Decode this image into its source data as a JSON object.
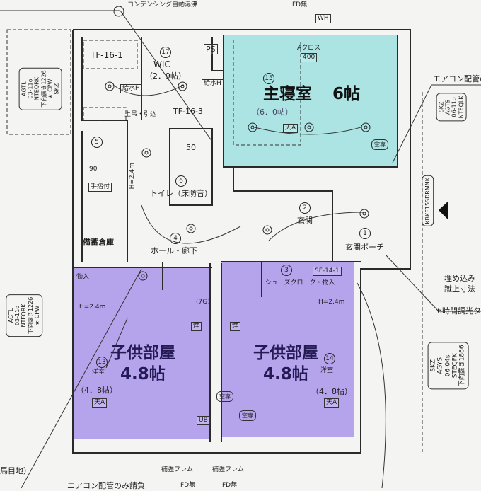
{
  "rooms": {
    "master": {
      "name": "主寝室",
      "size": "6帖",
      "area": "（6．0帖）",
      "number": "15",
      "ceiling": "天A",
      "color": "#9fe0e0"
    },
    "child_left": {
      "name": "子供部屋",
      "size": "4.8帖",
      "type": "洋室",
      "number": "13",
      "area": "（4．8帖）",
      "ceiling": "天A",
      "color": "#a994ea"
    },
    "child_right": {
      "name": "子供部屋",
      "size": "4.8帖",
      "type": "洋室",
      "number": "14",
      "area": "（4．8帖）",
      "ceiling": "天A",
      "color": "#a994ea"
    },
    "wic": {
      "name": "WIC",
      "area": "（2．9帖）",
      "number": "17"
    },
    "stair": {
      "number": "5",
      "width": "90",
      "handrail": "手摺付"
    },
    "storage": "備蓄倉庫",
    "hall": {
      "name": "ホール・廊下",
      "number": "4"
    },
    "toilet": {
      "name": "トイレ（床防音）",
      "number": "6"
    },
    "entrance": {
      "name": "玄関",
      "number": "2"
    },
    "porch": {
      "name": "玄関ポーチ",
      "number": "1"
    },
    "shoe_closet": {
      "name": "シューズクローク・物入",
      "number": "3"
    },
    "closet": "物入"
  },
  "labels": {
    "tf_16_1": "TF-16-1",
    "tf_16_3": "TF-16-3",
    "ps": "PS",
    "water_h1": "給水H",
    "water_h2": "給水H",
    "hanging": "上吊・引込",
    "height_h": "H=2.4m",
    "height_left": "H=2.4m",
    "height_right": "H=2.4m",
    "sf_14_1": "SF-14-1",
    "fifty": "50",
    "water_heater": "コンデンシング自動湯沸",
    "fd_none_top": "FD無",
    "wh": "WH",
    "aircon_pipe_right": "エアコン配管の",
    "meter_id": "KBKF15SDRMNK",
    "embed": "埋め込み",
    "riser": "蹴上寸法",
    "dimmer": "6時間調光タ",
    "reinforce_left": "補強フレム",
    "reinforce_right": "補強フレム",
    "fd_none_left": "FD無",
    "fd_none_right": "FD無",
    "aircon_pipe_only": "エアコン配管のみ請負",
    "joint": "馬目地）",
    "smoke": "煙",
    "smoke2": "煙",
    "aircon": "空専",
    "aircon2": "空専",
    "aircon3": "空専",
    "ub": "UB",
    "acros": "Aクロス",
    "size_400": "400",
    "fg": "(7G)"
  },
  "units": {
    "top_left": {
      "sku": "SKZ",
      "model": "AGTL",
      "code": "03-11o",
      "part": "NTEQRK",
      "note": "下向露き1226",
      "mark": "★ CPW"
    },
    "right_top": {
      "sku": "SKZ",
      "model": "AGTS",
      "code": "06-11o",
      "part": "NTEQLK"
    },
    "left_bottom": {
      "model": "AGTL",
      "code": "03-11o",
      "part": "NTEQRK",
      "note": "下向露き1226",
      "mark": "★ CPW"
    },
    "right_bottom": {
      "sku": "SKZ",
      "model": "AGYS",
      "code": "06-04s",
      "part": "STEQFK",
      "note": "下向露き1866"
    }
  }
}
